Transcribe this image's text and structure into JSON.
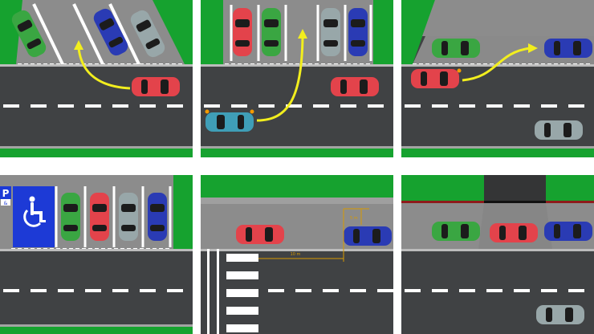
{
  "colors": {
    "asphalt": "#404244",
    "curb": "#a3a3a3",
    "grass": "#16a22f",
    "line": "#ffffff",
    "arrow": "#f2ee1e",
    "disabled": "#1d3ad6",
    "dimension": "#d79a00",
    "car_green": "#3aa642",
    "car_blue": "#2a3bb4",
    "car_gray": "#98a7a9",
    "car_red": "#e3434b",
    "car_cyan": "#3f9eb7"
  },
  "panels": [
    {
      "id": "angled-parking"
    },
    {
      "id": "perpendicular-parking"
    },
    {
      "id": "parallel-parking"
    },
    {
      "id": "disabled-parking"
    },
    {
      "id": "crosswalk-distance"
    },
    {
      "id": "driveway-exit"
    }
  ],
  "icons": {
    "parking_sign": "P",
    "parking_sign_sub": "&",
    "wheelchair": "wheelchair-icon"
  },
  "dimensions": {
    "crosswalk_distance": "10 m",
    "curb_distance": "5 m"
  }
}
